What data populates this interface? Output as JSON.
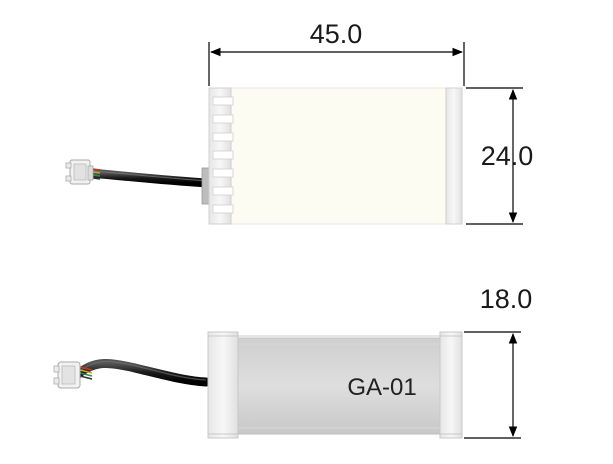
{
  "dimensions": {
    "length": "45.0",
    "width": "24.0",
    "height": "18.0"
  },
  "module": {
    "label": "GA-01"
  }
}
